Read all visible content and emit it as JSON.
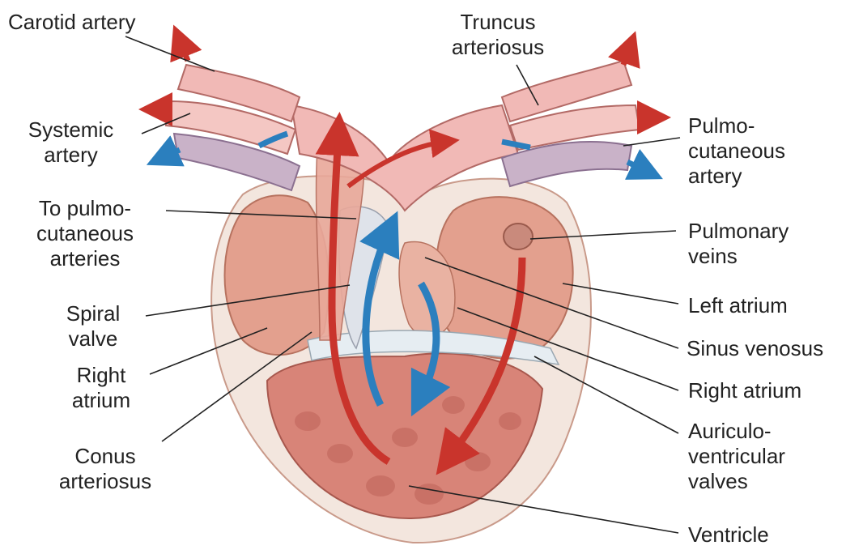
{
  "colors": {
    "oxygenated": "#c9342c",
    "deoxygenated": "#2b7fbe",
    "tissue": "#e8a595",
    "tissue_dark": "#c97a6a",
    "vessel_pink": "#f1b9b6",
    "vessel_lilac": "#c9b2c8",
    "valve_white": "#e6edf2",
    "wall_cream": "#f3e6de",
    "leader": "#222222"
  },
  "labels": {
    "carotid_artery": "Carotid artery",
    "truncus_arteriosus": "Truncus\narteriosus",
    "systemic_artery": "Systemic\nartery",
    "pulmocutaneous_artery": "Pulmo-\ncutaneous\nartery",
    "to_pulmocutaneous_arteries": "To pulmo-\ncutaneous\narteries",
    "pulmonary_veins": "Pulmonary\nveins",
    "left_atrium": "Left atrium",
    "spiral_valve": "Spiral\nvalve",
    "sinus_venosus": "Sinus venosus",
    "right_atrium_left": "Right\natrium",
    "right_atrium_right": "Right atrium",
    "auriculoventricular_valves": "Auriculo-\nventricular\nvalves",
    "conus_arteriosus": "Conus\narteriosus",
    "ventricle": "Ventricle"
  }
}
